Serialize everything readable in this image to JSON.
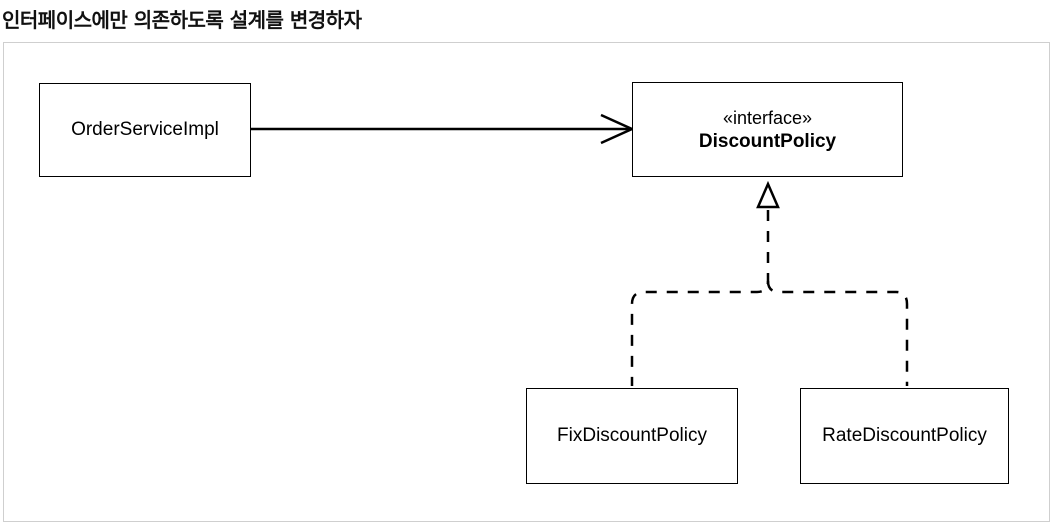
{
  "title": "인터페이스에만 의존하도록 설계를 변경하자",
  "diagram": {
    "nodes": {
      "order_service_impl": {
        "label": "OrderServiceImpl"
      },
      "discount_policy": {
        "stereotype": "«interface»",
        "label": "DiscountPolicy"
      },
      "fix_discount_policy": {
        "label": "FixDiscountPolicy"
      },
      "rate_discount_policy": {
        "label": "RateDiscountPolicy"
      }
    },
    "edges": [
      {
        "from": "OrderServiceImpl",
        "to": "DiscountPolicy",
        "kind": "association"
      },
      {
        "from": "FixDiscountPolicy",
        "to": "DiscountPolicy",
        "kind": "realization"
      },
      {
        "from": "RateDiscountPolicy",
        "to": "DiscountPolicy",
        "kind": "realization"
      }
    ]
  },
  "colors": {
    "line": "#000000",
    "border": "#cfcfcf",
    "background": "#ffffff"
  }
}
